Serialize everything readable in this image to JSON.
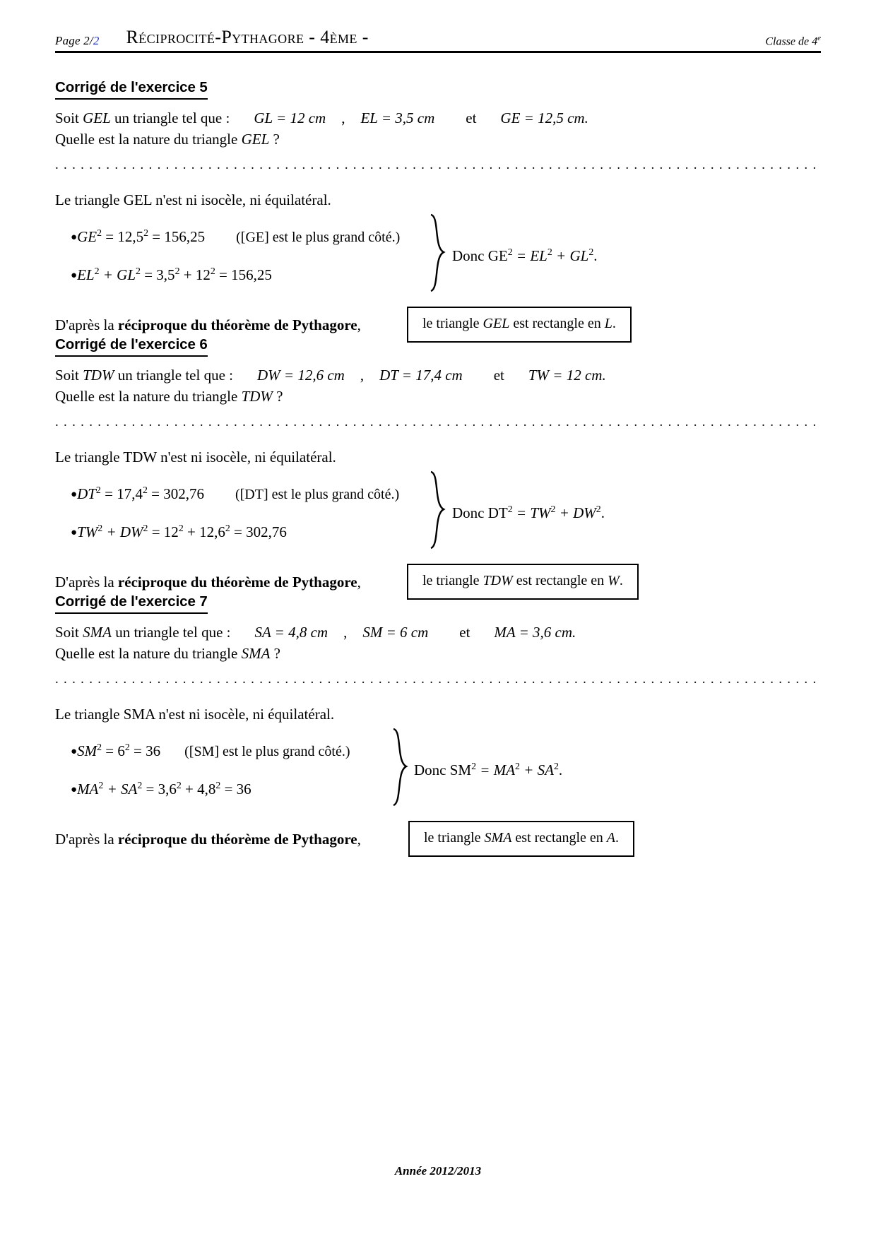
{
  "header": {
    "page_label": "Page 2/",
    "page_current": "2",
    "page_total": "2",
    "title": "Réciprocité-Pythagore - 4ème -",
    "classe": "Classe de 4",
    "classe_sup": "e"
  },
  "dots": "...........................................................................................................................................",
  "sections": [
    {
      "heading": "Corrigé de l'exercice 5",
      "statement_prefix": "Soit ",
      "triangle": "GEL",
      "statement_mid": " un triangle tel que :",
      "side1": "GL = 12 cm",
      "comma": ",",
      "side2": "EL = 3,5 cm",
      "et": "et",
      "side3": "GE = 12,5 cm.",
      "question_prefix": "Quelle est la nature du triangle ",
      "question_suffix": " ?",
      "nature_line": "Le triangle GEL n'est ni isocèle, ni équilatéral.",
      "bullet1_math": "GE",
      "bullet1_rest": " = 12,5",
      "bullet1_tail": " = 156,25",
      "bullet1_note": "([GE] est le plus grand côté.)",
      "bullet2_a": "EL",
      "bullet2_b": " + GL",
      "bullet2_c": " = 3,5",
      "bullet2_d": " + 12",
      "bullet2_e": " = 156,25",
      "donc": "Donc GE",
      "donc_b": " = EL",
      "donc_c": " + GL",
      "donc_d": ".",
      "concl_plain1": "D'après la ",
      "concl_bold": "réciproque du théorème de Pythagore",
      "concl_plain2": ",",
      "box_prefix": "le triangle ",
      "box_triangle": "GEL",
      "box_middle": " est rectangle en ",
      "box_vertex": "L",
      "box_suffix": "."
    },
    {
      "heading": "Corrigé de l'exercice 6",
      "statement_prefix": "Soit ",
      "triangle": "TDW",
      "statement_mid": " un triangle tel que :",
      "side1": "DW = 12,6 cm",
      "comma": ",",
      "side2": "DT = 17,4 cm",
      "et": "et",
      "side3": "TW = 12 cm.",
      "question_prefix": "Quelle est la nature du triangle ",
      "question_suffix": " ?",
      "nature_line": "Le triangle TDW n'est ni isocèle, ni équilatéral.",
      "bullet1_math": "DT",
      "bullet1_rest": " = 17,4",
      "bullet1_tail": " = 302,76",
      "bullet1_note": "([DT] est le plus grand côté.)",
      "bullet2_a": "TW",
      "bullet2_b": " + DW",
      "bullet2_c": " = 12",
      "bullet2_d": " + 12,6",
      "bullet2_e": " = 302,76",
      "donc": "Donc DT",
      "donc_b": " = TW",
      "donc_c": " + DW",
      "donc_d": ".",
      "concl_plain1": "D'après la ",
      "concl_bold": "réciproque du théorème de Pythagore",
      "concl_plain2": ",",
      "box_prefix": "le triangle ",
      "box_triangle": "TDW",
      "box_middle": " est rectangle en ",
      "box_vertex": "W",
      "box_suffix": "."
    },
    {
      "heading": "Corrigé de l'exercice 7",
      "statement_prefix": "Soit ",
      "triangle": "SMA",
      "statement_mid": " un triangle tel que :",
      "side1": "SA = 4,8 cm",
      "comma": ",",
      "side2": "SM = 6 cm",
      "et": "et",
      "side3": "MA = 3,6 cm.",
      "question_prefix": "Quelle est la nature du triangle ",
      "question_suffix": " ?",
      "nature_line": "Le triangle SMA n'est ni isocèle, ni équilatéral.",
      "bullet1_math": "SM",
      "bullet1_rest": " = 6",
      "bullet1_tail": " = 36",
      "bullet1_note": "([SM] est le plus grand côté.)",
      "bullet2_a": "MA",
      "bullet2_b": " + SA",
      "bullet2_c": " = 3,6",
      "bullet2_d": " + 4,8",
      "bullet2_e": " = 36",
      "donc": "Donc SM",
      "donc_b": " = MA",
      "donc_c": " + SA",
      "donc_d": ".",
      "concl_plain1": "D'après la ",
      "concl_bold": "réciproque du théorème de Pythagore",
      "concl_plain2": ",",
      "box_prefix": "le triangle ",
      "box_triangle": "SMA",
      "box_middle": " est rectangle en ",
      "box_vertex": "A",
      "box_suffix": "."
    }
  ],
  "exponent": "2",
  "footer": "Année 2012/2013"
}
